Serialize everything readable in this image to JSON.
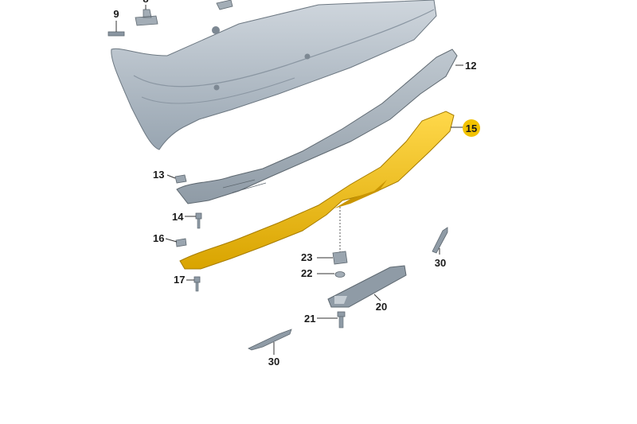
{
  "colors": {
    "background": "#ffffff",
    "bumper_cover": "#b9c3cc",
    "highlighted_part": "#f2c200",
    "part_gray": "#a7b1ba"
  },
  "callouts": [
    {
      "id": "c9",
      "label": "9"
    },
    {
      "id": "c8",
      "label": "8"
    },
    {
      "id": "c12",
      "label": "12"
    },
    {
      "id": "c15",
      "label": "15",
      "highlighted": true
    },
    {
      "id": "c13",
      "label": "13"
    },
    {
      "id": "c14",
      "label": "14"
    },
    {
      "id": "c16",
      "label": "16"
    },
    {
      "id": "c17",
      "label": "17"
    },
    {
      "id": "c23",
      "label": "23"
    },
    {
      "id": "c22",
      "label": "22"
    },
    {
      "id": "c30a",
      "label": "30"
    },
    {
      "id": "c20",
      "label": "20"
    },
    {
      "id": "c21",
      "label": "21"
    },
    {
      "id": "c30b",
      "label": "30"
    }
  ]
}
